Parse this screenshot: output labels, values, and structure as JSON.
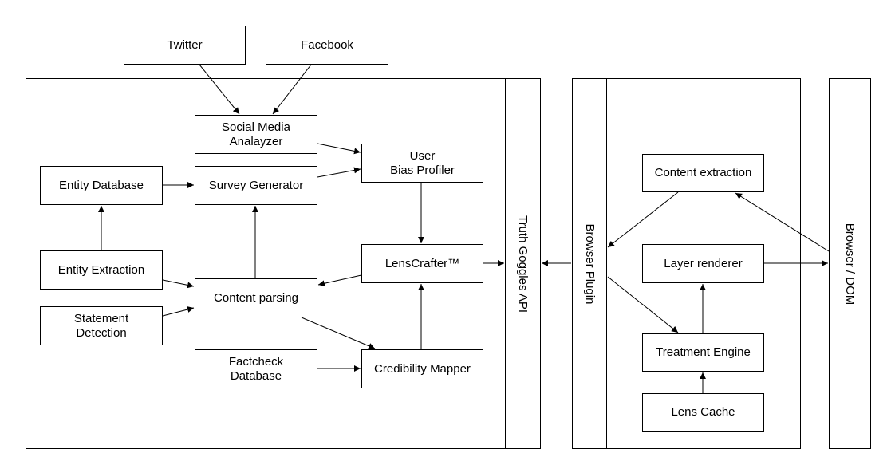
{
  "nodes": {
    "twitter": "Twitter",
    "facebook": "Facebook",
    "social_media_analyzer": "Social Media\nAnalayzer",
    "user_bias_profiler": "User\nBias Profiler",
    "entity_database": "Entity Database",
    "survey_generator": "Survey Generator",
    "entity_extraction": "Entity Extraction",
    "content_parsing": "Content parsing",
    "lenscrafter": "LensCrafter™",
    "statement_detection": "Statement\nDetection",
    "factcheck_database": "Factcheck\nDatabase",
    "credibility_mapper": "Credibility Mapper",
    "content_extraction": "Content extraction",
    "layer_renderer": "Layer renderer",
    "treatment_engine": "Treatment Engine",
    "lens_cache": "Lens Cache"
  },
  "lanes": {
    "truth_goggles_api": "Truth Goggles API",
    "browser_plugin": "Browser Plugin",
    "browser_dom": "Browser / DOM"
  }
}
